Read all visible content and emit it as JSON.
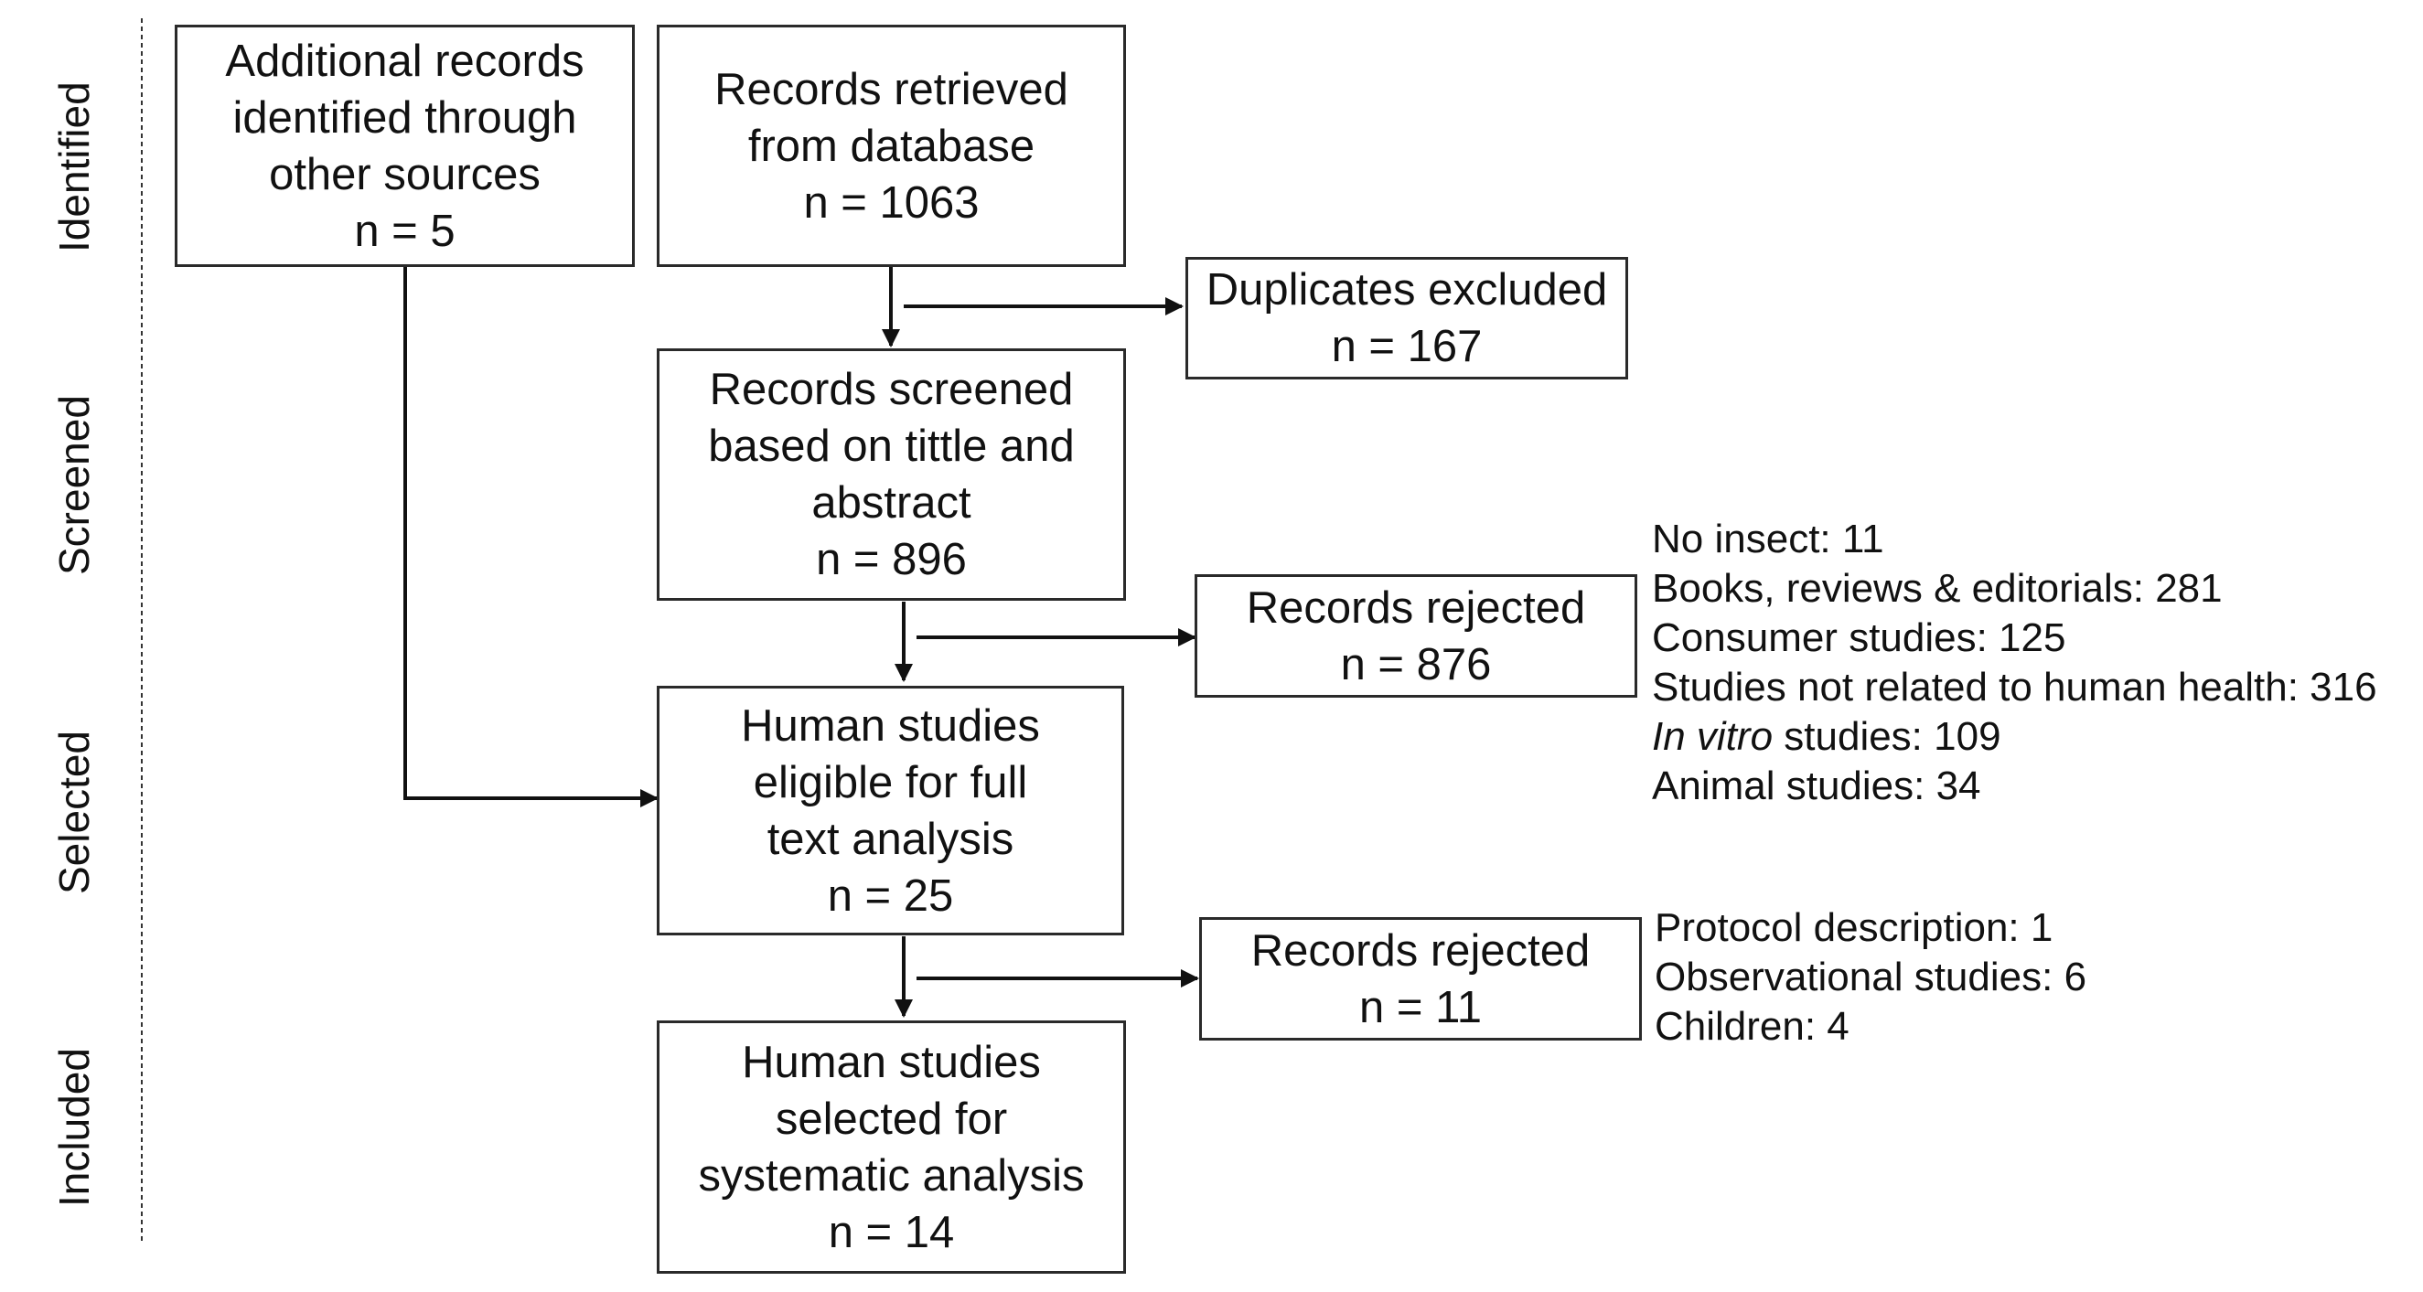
{
  "stages": [
    "Identified",
    "Screened",
    "Selected",
    "Included"
  ],
  "boxes": {
    "additional": [
      "Additional records",
      "identified through",
      "other sources",
      "n = 5"
    ],
    "retrieved": [
      "Records retrieved",
      "from database",
      "n = 1063"
    ],
    "duplicates": [
      "Duplicates excluded",
      "n = 167"
    ],
    "screened": [
      "Records screened",
      "based on tittle and",
      "abstract",
      "n = 896"
    ],
    "rejected1": [
      "Records rejected",
      "n = 876"
    ],
    "eligible": [
      "Human studies",
      "eligible for full",
      "text analysis",
      "n = 25"
    ],
    "rejected2": [
      "Records rejected",
      "n = 11"
    ],
    "selected": [
      "Human studies",
      "selected for",
      "systematic analysis",
      "n = 14"
    ]
  },
  "reasons1": [
    "No insect: 11",
    "Books, reviews & editorials: 281",
    "Consumer studies: 125",
    "Studies not related to human health: 316",
    {
      "italic": "In vitro",
      "rest": " studies: 109"
    },
    "Animal studies: 34"
  ],
  "reasons2": [
    "Protocol description: 1",
    "Observational studies: 6",
    "Children: 4"
  ]
}
